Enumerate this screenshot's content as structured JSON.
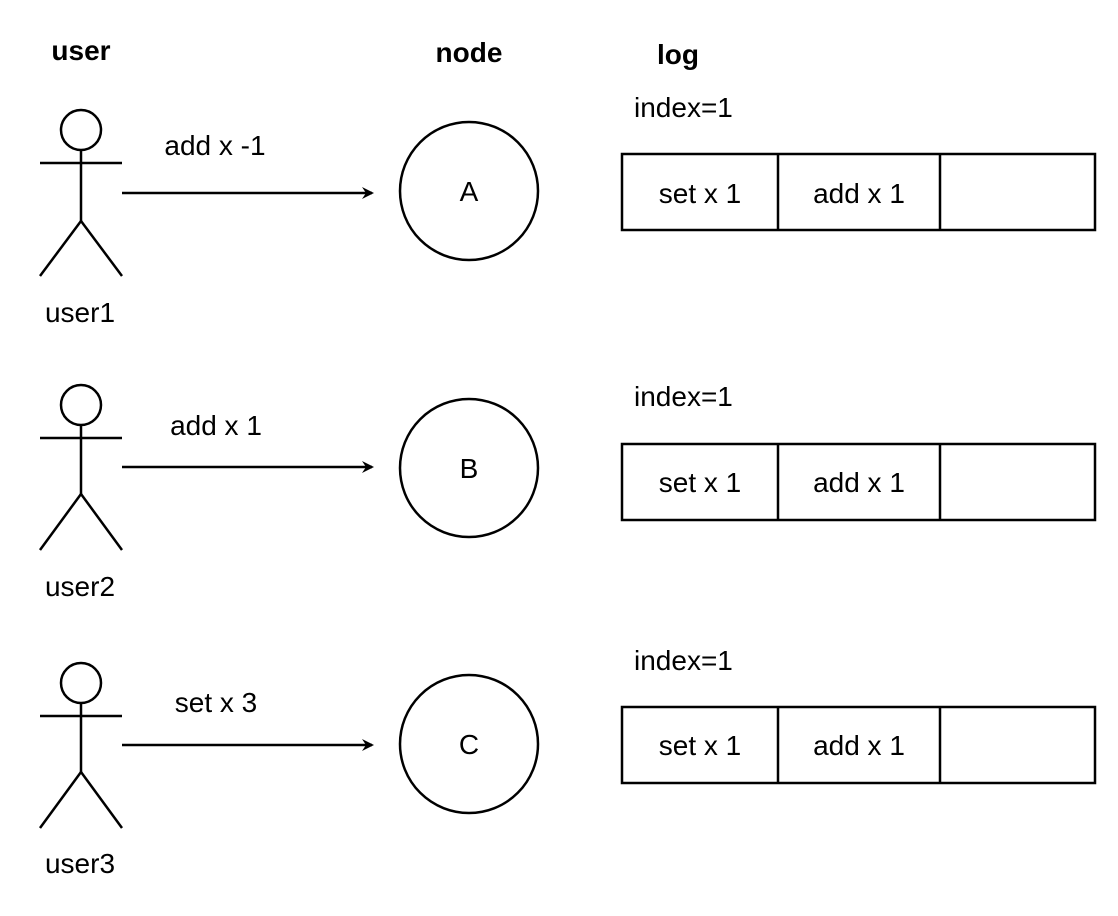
{
  "headers": {
    "user": "user",
    "node": "node",
    "log": "log"
  },
  "rows": [
    {
      "user_name": "user1",
      "command": "add x -1",
      "node": "A",
      "index_label": "index=1",
      "log_entries": [
        "set x 1",
        "add x 1",
        ""
      ]
    },
    {
      "user_name": "user2",
      "command": "add x 1",
      "node": "B",
      "index_label": "index=1",
      "log_entries": [
        "set x 1",
        "add x 1",
        ""
      ]
    },
    {
      "user_name": "user3",
      "command": "set x 3",
      "node": "C",
      "index_label": "index=1",
      "log_entries": [
        "set x 1",
        "add x 1",
        ""
      ]
    }
  ],
  "colors": {
    "stroke": "#000000",
    "background": "#ffffff"
  },
  "icons": {
    "user": "stick-figure-icon",
    "arrow": "arrow-right-icon"
  }
}
